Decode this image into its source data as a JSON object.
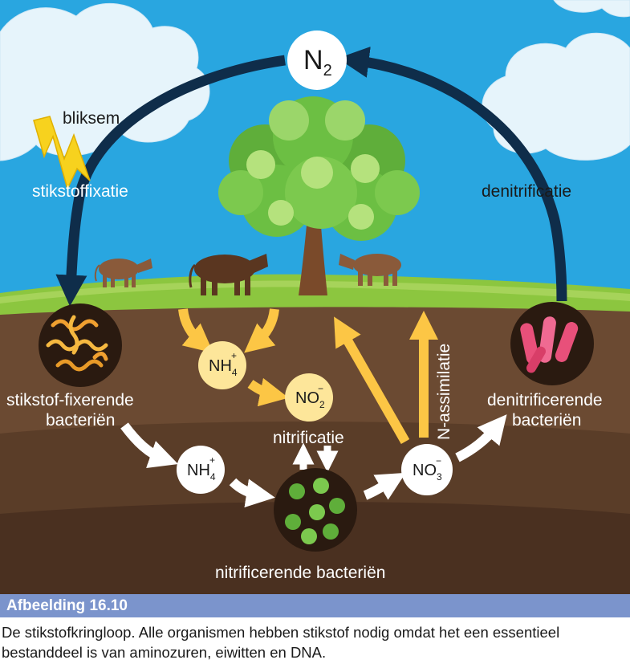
{
  "diagram": {
    "n2": {
      "main": "N",
      "sub": "2"
    },
    "labels": {
      "lightning": "bliksem",
      "fixation": "stikstoffixatie",
      "denitrification": "denitrificatie",
      "fixing_bacteria_line1": "stikstof-fixerende",
      "fixing_bacteria_line2": "bacteriën",
      "denitrifying_bacteria_line1": "denitrificerende",
      "denitrifying_bacteria_line2": "bacteriën",
      "nitrification": "nitrificatie",
      "nitrifying_bacteria": "nitrificerende bacteriën",
      "n_assimilation": "N-assimilatie"
    },
    "nh4_upper": {
      "main": "NH",
      "sub": "4",
      "sup": "+"
    },
    "no2": {
      "main": "NO",
      "sub": "2",
      "sup": "−"
    },
    "nh4_lower": {
      "main": "NH",
      "sub": "4",
      "sup": "+"
    },
    "no3": {
      "main": "NO",
      "sub": "3",
      "sup": "−"
    }
  },
  "caption": {
    "title": "Afbeelding 16.10",
    "text": "De stikstofkringloop. Alle organismen hebben stikstof nodig omdat het een essentieel bestanddeel is van aminozuren, eiwitten en DNA."
  },
  "colors": {
    "sky": "#29a6e0",
    "grass": "#8cc63f",
    "soil_top": "#6b4a32",
    "soil_mid": "#5a3d28",
    "soil_bottom": "#4a3020",
    "dark_arrow": "#0f2d4a",
    "yellow_arrow": "#fcc645",
    "caption_bar": "#7b94cc"
  }
}
